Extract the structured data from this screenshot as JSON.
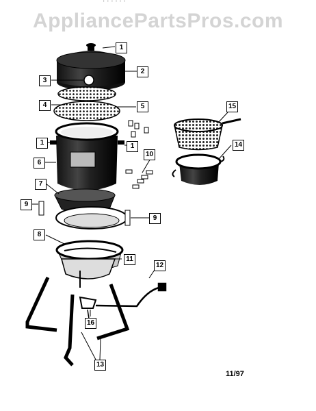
{
  "header": {
    "watermark": "AppliancePartsPros.com",
    "top_fragment": "·  ·  ·  ·  ·  ·"
  },
  "callouts": [
    {
      "key": "c1a",
      "label": "1"
    },
    {
      "key": "c2",
      "label": "2"
    },
    {
      "key": "c3",
      "label": "3"
    },
    {
      "key": "c4",
      "label": "4"
    },
    {
      "key": "c5",
      "label": "5"
    },
    {
      "key": "c1b",
      "label": "1"
    },
    {
      "key": "c1c",
      "label": "1"
    },
    {
      "key": "c6",
      "label": "6"
    },
    {
      "key": "c10",
      "label": "10"
    },
    {
      "key": "c15",
      "label": "15"
    },
    {
      "key": "c14",
      "label": "14"
    },
    {
      "key": "c7",
      "label": "7"
    },
    {
      "key": "c9a",
      "label": "9"
    },
    {
      "key": "c9b",
      "label": "9"
    },
    {
      "key": "c8",
      "label": "8"
    },
    {
      "key": "c11",
      "label": "11"
    },
    {
      "key": "c12",
      "label": "12"
    },
    {
      "key": "c16",
      "label": "16"
    },
    {
      "key": "c13",
      "label": "13"
    }
  ],
  "footer": {
    "date_code": "11/97"
  }
}
